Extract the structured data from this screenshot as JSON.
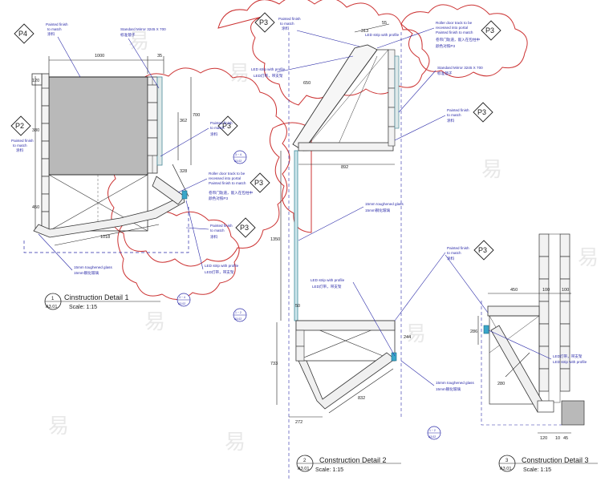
{
  "drawing": {
    "watermark": "易",
    "details": [
      {
        "number": "1",
        "sheet": "A3.01",
        "title": "Cinstruction Detail 1",
        "scale": "Scale: 1:15"
      },
      {
        "number": "2",
        "sheet": "A3.01",
        "title": "Construction Detail 2",
        "scale": "Scale: 1:15"
      },
      {
        "number": "3",
        "sheet": "A3.01",
        "title": "Construction Detail 3",
        "scale": "Scale: 1:15"
      }
    ],
    "section_refs": [
      {
        "top": "3 ~ 4",
        "bottom": "A3.02"
      },
      {
        "top": "1 ~ 2",
        "bottom": "A3.02"
      },
      {
        "top": "1 ~ 2",
        "bottom": "A3.02"
      },
      {
        "top": "3 ~ 4",
        "bottom": "A3.02"
      }
    ],
    "finish_tags": {
      "p4": "P4",
      "p2": "P2",
      "p3": "P3"
    },
    "notes": {
      "painted_finish": [
        "Painted finish",
        "to match",
        "涂料"
      ],
      "painted_finish_left": [
        "Painted finish",
        "to match",
        "涂料"
      ],
      "mirror": [
        "Standard Mirror 3245 X 700",
        "标准镜子"
      ],
      "roller_door": [
        "Roller door track to be",
        "recessed into portal",
        "Painted finish to match",
        "卷帘门轨道，嵌入在包柱中",
        "颜色对照P3"
      ],
      "led_strip": [
        "LED strip with profile",
        "LED灯带，带支架"
      ],
      "led_strip_cn_first": [
        "LED灯带，带支架",
        "LED strip with profile"
      ],
      "glass": [
        "15mm toughened glass",
        "15mm钢化玻璃"
      ]
    },
    "dims": {
      "d1_1000": "1000",
      "d1_35": "35",
      "d1_120": "120",
      "d1_380": "380",
      "d1_700": "700",
      "d1_362": "362",
      "d1_1018": "1018",
      "d1_328": "328",
      "d1_450": "450",
      "d2_313": "313",
      "d2_55": "55",
      "d2_650": "650",
      "d2_892": "892",
      "d2_1350": "1350",
      "d2_50": "50",
      "d2_733": "733",
      "d2_272": "272",
      "d2_832": "832",
      "d2_244": "244",
      "d3_450": "450",
      "d3_100a": "100",
      "d3_100b": "100",
      "d3_120": "120",
      "d3_10": "10",
      "d3_45": "45",
      "d3_280": "280",
      "d3_286": "286"
    }
  }
}
